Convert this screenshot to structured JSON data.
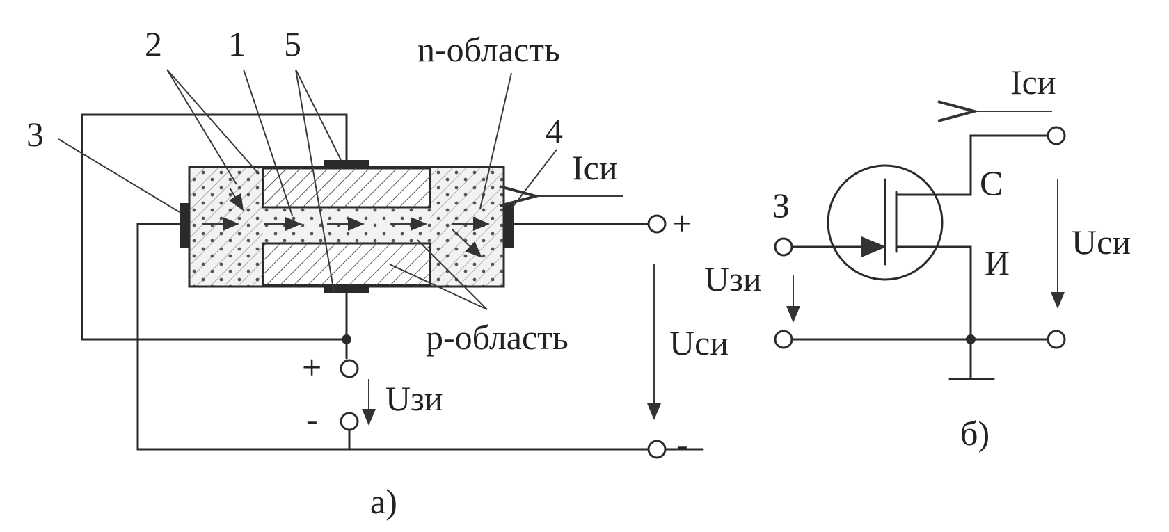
{
  "diagram_a": {
    "callouts": {
      "n2": "2",
      "n1": "1",
      "n5": "5",
      "n3": "3",
      "n4": "4"
    },
    "region_n": "n-область",
    "region_p": "p-область",
    "current": "Iси",
    "plus": "+",
    "minus": "-",
    "minus_right": "-",
    "gate_voltage": "Uзи",
    "ds_voltage": "Uси",
    "caption": "а)"
  },
  "diagram_b": {
    "current": "Iси",
    "gate": "З",
    "drain": "С",
    "source": "И",
    "gate_voltage": "Uзи",
    "ds_voltage": "Uси",
    "caption": "б)"
  }
}
